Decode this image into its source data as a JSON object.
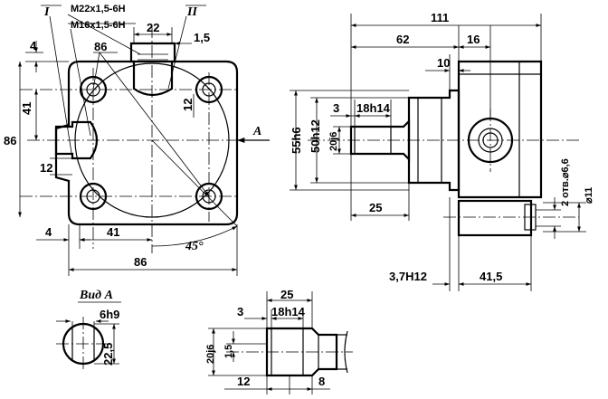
{
  "front_view": {
    "section_mark_1": "I",
    "section_mark_2": "II",
    "thread_1": "M22x1,5-6H",
    "thread_2": "M16x1,5-6H",
    "dim_top_4": "4",
    "dim_top_22": "22",
    "dim_top_1_5": "1,5",
    "dim_86_diag": "86",
    "dim_left_41": "41",
    "dim_left_86": "86",
    "dim_12_left": "12",
    "dim_12_right": "12",
    "dim_bottom_4": "4",
    "dim_bottom_41": "41",
    "dim_bottom_86": "86",
    "angle": "45°",
    "view_arrow": "A"
  },
  "side_view": {
    "dim_111": "111",
    "dim_62": "62",
    "dim_16": "16",
    "dim_10": "10",
    "dim_3": "3",
    "dim_18h14": "18h14",
    "dim_55h6": "55h6",
    "dim_50h12": "50h12",
    "dim_20j6": "20j6",
    "dim_25": "25",
    "dim_hole": "2 отв.⌀6,6",
    "dim_d11": "⌀11",
    "dim_3_7h12": "3,7H12",
    "dim_41_5": "41,5"
  },
  "view_a": {
    "title": "Вид А",
    "dim_6h9": "6h9",
    "dim_22_5": "22,5"
  },
  "shaft_detail": {
    "dim_25": "25",
    "dim_3": "3",
    "dim_18h14": "18h14",
    "dim_20j6": "20j6",
    "dim_1_5": "1,5",
    "dim_12": "12",
    "dim_8": "8"
  }
}
